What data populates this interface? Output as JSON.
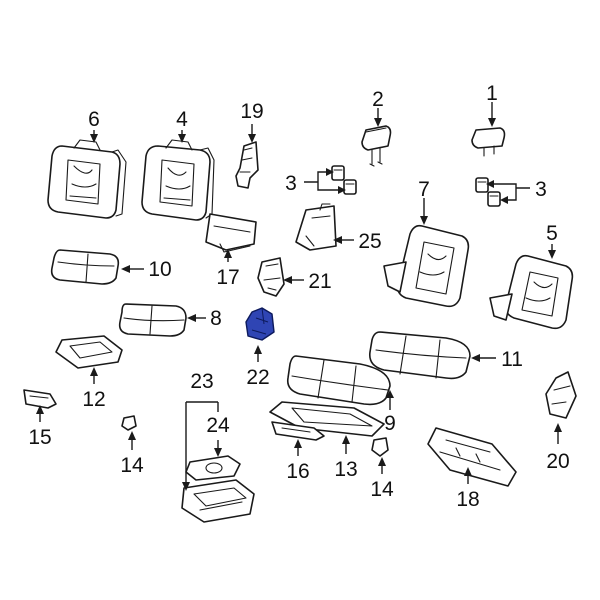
{
  "diagram": {
    "highlight_color": "#2f45b4",
    "callouts": [
      {
        "id": "c1",
        "text": "1"
      },
      {
        "id": "c2",
        "text": "2"
      },
      {
        "id": "c3a",
        "text": "3"
      },
      {
        "id": "c3b",
        "text": "3"
      },
      {
        "id": "c4",
        "text": "4"
      },
      {
        "id": "c5",
        "text": "5"
      },
      {
        "id": "c6",
        "text": "6"
      },
      {
        "id": "c7",
        "text": "7"
      },
      {
        "id": "c8",
        "text": "8"
      },
      {
        "id": "c9",
        "text": "9"
      },
      {
        "id": "c10",
        "text": "10"
      },
      {
        "id": "c11",
        "text": "11"
      },
      {
        "id": "c12",
        "text": "12"
      },
      {
        "id": "c13",
        "text": "13"
      },
      {
        "id": "c14a",
        "text": "14"
      },
      {
        "id": "c14b",
        "text": "14"
      },
      {
        "id": "c15",
        "text": "15"
      },
      {
        "id": "c16",
        "text": "16"
      },
      {
        "id": "c17",
        "text": "17"
      },
      {
        "id": "c18",
        "text": "18"
      },
      {
        "id": "c19",
        "text": "19"
      },
      {
        "id": "c20",
        "text": "20"
      },
      {
        "id": "c21",
        "text": "21"
      },
      {
        "id": "c22",
        "text": "22"
      },
      {
        "id": "c23",
        "text": "23"
      },
      {
        "id": "c24",
        "text": "24"
      },
      {
        "id": "c25",
        "text": "25"
      }
    ]
  }
}
